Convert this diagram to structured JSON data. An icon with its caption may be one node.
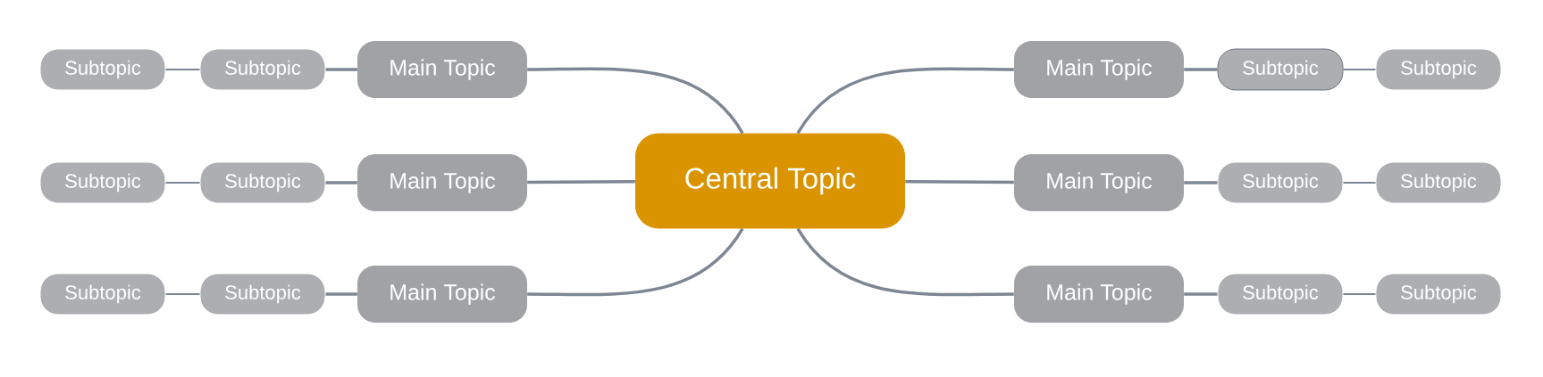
{
  "diagram": {
    "nodes": [
      {
        "text": [
          "Central Topic"
        ]
      },
      {
        "text": [
          "Main Topic"
        ]
      },
      {
        "text": [
          "Subtopic"
        ]
      },
      {
        "text": [
          "Subtopic"
        ]
      },
      {
        "text": [
          "Main Topic"
        ]
      },
      {
        "text": [
          "Subtopic"
        ]
      },
      {
        "text": [
          "Subtopic"
        ]
      },
      {
        "text": [
          "Main Topic"
        ]
      },
      {
        "text": [
          "Subtopic"
        ]
      },
      {
        "text": [
          "Subtopic"
        ]
      },
      {
        "text": [
          "Main Topic"
        ]
      },
      {
        "text": [
          "Subtopic"
        ]
      },
      {
        "text": [
          "Subtopic"
        ]
      },
      {
        "text": [
          "Main Topic"
        ]
      },
      {
        "text": [
          "Subtopic"
        ]
      },
      {
        "text": [
          "Subtopic"
        ]
      },
      {
        "text": [
          "Main Topic"
        ]
      },
      {
        "text": [
          "Subtopic"
        ]
      },
      {
        "text": [
          "Subtopic"
        ]
      }
    ],
    "edges": [
      {
        "from": 0,
        "to": 1,
        "arrow": "none"
      },
      {
        "from": 1,
        "to": 2,
        "arrow": "none"
      },
      {
        "from": 2,
        "to": 3,
        "arrow": "none"
      },
      {
        "from": 0,
        "to": 4,
        "arrow": "none"
      },
      {
        "from": 4,
        "to": 5,
        "arrow": "none"
      },
      {
        "from": 5,
        "to": 6,
        "arrow": "none"
      },
      {
        "from": 0,
        "to": 7,
        "arrow": "none"
      },
      {
        "from": 7,
        "to": 8,
        "arrow": "none"
      },
      {
        "from": 8,
        "to": 9,
        "arrow": "none"
      },
      {
        "from": 0,
        "to": 10,
        "arrow": "none"
      },
      {
        "from": 10,
        "to": 11,
        "arrow": "none"
      },
      {
        "from": 11,
        "to": 12,
        "arrow": "none"
      },
      {
        "from": 0,
        "to": 13,
        "arrow": "none"
      },
      {
        "from": 13,
        "to": 14,
        "arrow": "none"
      },
      {
        "from": 14,
        "to": 15,
        "arrow": "none"
      },
      {
        "from": 0,
        "to": 16,
        "arrow": "none"
      },
      {
        "from": 16,
        "to": 17,
        "arrow": "none"
      },
      {
        "from": 17,
        "to": 18,
        "arrow": "none"
      }
    ]
  }
}
